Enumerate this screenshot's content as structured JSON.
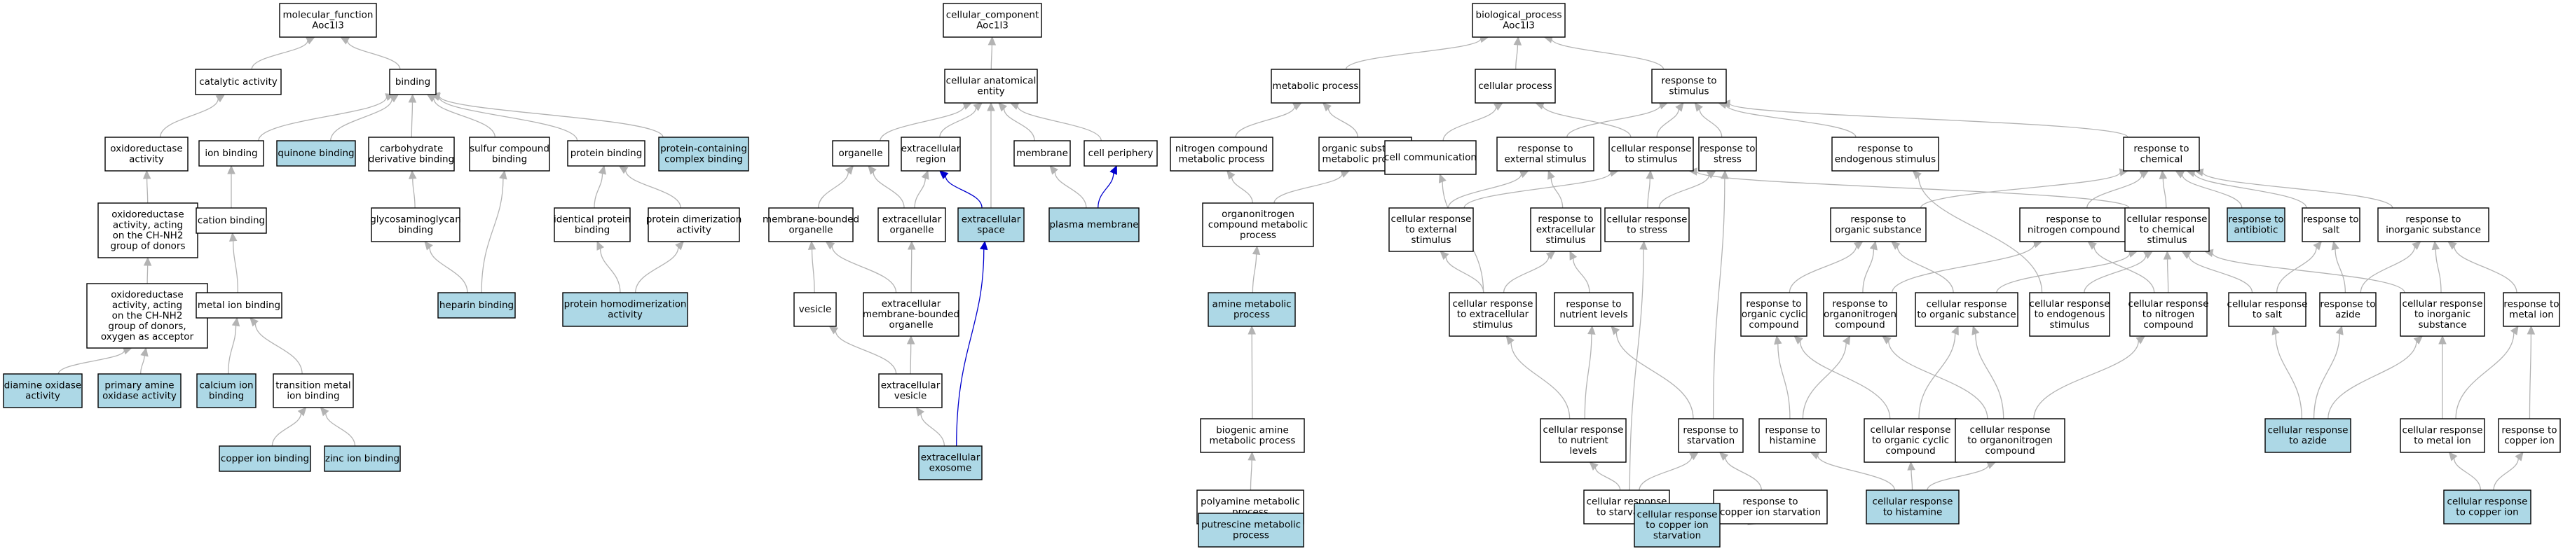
{
  "colors": {
    "node_fill": "#ffffff",
    "highlight_fill": "#add8e6",
    "node_stroke": "#000000",
    "edge": "#b3b3b3",
    "highlight_edge": "#0000cd"
  },
  "nodes": [
    {
      "id": "mf",
      "lines": [
        "molecular_function",
        "Aoc1l3"
      ]
    },
    {
      "id": "catalytic",
      "lines": [
        "catalytic activity"
      ]
    },
    {
      "id": "binding",
      "lines": [
        "binding"
      ]
    },
    {
      "id": "oxidoreductase",
      "lines": [
        "oxidoreductase",
        "activity"
      ]
    },
    {
      "id": "oxido_chnh2",
      "lines": [
        "oxidoreductase",
        "activity, acting",
        "on the CH-NH2",
        "group of donors"
      ]
    },
    {
      "id": "oxido_oxygen",
      "lines": [
        "oxidoreductase",
        "activity, acting",
        "on the CH-NH2",
        "group of donors,",
        "oxygen as acceptor"
      ]
    },
    {
      "id": "diamine_oxidase",
      "lines": [
        "diamine oxidase",
        "activity"
      ],
      "highlight": true
    },
    {
      "id": "primary_amine_oxidase",
      "lines": [
        "primary amine",
        "oxidase activity"
      ],
      "highlight": true
    },
    {
      "id": "ion_binding",
      "lines": [
        "ion binding"
      ]
    },
    {
      "id": "quinone_binding",
      "lines": [
        "quinone binding"
      ],
      "highlight": true
    },
    {
      "id": "carb_deriv",
      "lines": [
        "carbohydrate",
        "derivative binding"
      ]
    },
    {
      "id": "sulfur_compound",
      "lines": [
        "sulfur compound",
        "binding"
      ]
    },
    {
      "id": "protein_binding",
      "lines": [
        "protein binding"
      ]
    },
    {
      "id": "protein_complex",
      "lines": [
        "protein-containing",
        "complex binding"
      ],
      "highlight": true
    },
    {
      "id": "cation_binding",
      "lines": [
        "cation binding"
      ]
    },
    {
      "id": "gag_binding",
      "lines": [
        "glycosaminoglycan",
        "binding"
      ]
    },
    {
      "id": "identical_protein",
      "lines": [
        "identical protein",
        "binding"
      ]
    },
    {
      "id": "protein_dimer",
      "lines": [
        "protein dimerization",
        "activity"
      ]
    },
    {
      "id": "metal_ion_binding",
      "lines": [
        "metal ion binding"
      ]
    },
    {
      "id": "heparin_binding",
      "lines": [
        "heparin binding"
      ],
      "highlight": true
    },
    {
      "id": "homodimer",
      "lines": [
        "protein homodimerization",
        "activity"
      ],
      "highlight": true
    },
    {
      "id": "calcium_ion_binding",
      "lines": [
        "calcium ion",
        "binding"
      ],
      "highlight": true
    },
    {
      "id": "transition_metal",
      "lines": [
        "transition metal",
        "ion binding"
      ]
    },
    {
      "id": "copper_ion_binding",
      "lines": [
        "copper ion binding"
      ],
      "highlight": true
    },
    {
      "id": "zinc_ion_binding",
      "lines": [
        "zinc ion binding"
      ],
      "highlight": true
    },
    {
      "id": "cc",
      "lines": [
        "cellular_component",
        "Aoc1l3"
      ]
    },
    {
      "id": "cae",
      "lines": [
        "cellular anatomical",
        "entity"
      ]
    },
    {
      "id": "organelle",
      "lines": [
        "organelle"
      ]
    },
    {
      "id": "extracellular_region",
      "lines": [
        "extracellular",
        "region"
      ]
    },
    {
      "id": "membrane",
      "lines": [
        "membrane"
      ]
    },
    {
      "id": "cell_periphery",
      "lines": [
        "cell periphery"
      ]
    },
    {
      "id": "mb_organelle",
      "lines": [
        "membrane-bounded",
        "organelle"
      ]
    },
    {
      "id": "ec_organelle",
      "lines": [
        "extracellular",
        "organelle"
      ]
    },
    {
      "id": "ec_space",
      "lines": [
        "extracellular",
        "space"
      ],
      "highlight": true
    },
    {
      "id": "plasma_membrane",
      "lines": [
        "plasma membrane"
      ],
      "highlight": true
    },
    {
      "id": "vesicle",
      "lines": [
        "vesicle"
      ]
    },
    {
      "id": "ec_mb_organelle",
      "lines": [
        "extracellular",
        "membrane-bounded",
        "organelle"
      ]
    },
    {
      "id": "ec_vesicle",
      "lines": [
        "extracellular",
        "vesicle"
      ]
    },
    {
      "id": "ec_exosome",
      "lines": [
        "extracellular",
        "exosome"
      ],
      "highlight": true
    },
    {
      "id": "bp",
      "lines": [
        "biological_process",
        "Aoc1l3"
      ]
    },
    {
      "id": "metabolic",
      "lines": [
        "metabolic process"
      ]
    },
    {
      "id": "cellular_process",
      "lines": [
        "cellular process"
      ]
    },
    {
      "id": "resp_stimulus",
      "lines": [
        "response to",
        "stimulus"
      ]
    },
    {
      "id": "nitrogen_metab",
      "lines": [
        "nitrogen compound",
        "metabolic process"
      ]
    },
    {
      "id": "organic_metab",
      "lines": [
        "organic substance",
        "metabolic process"
      ]
    },
    {
      "id": "cell_comm",
      "lines": [
        "cell communication"
      ]
    },
    {
      "id": "resp_ext_stim",
      "lines": [
        "response to",
        "external stimulus"
      ]
    },
    {
      "id": "cell_resp_stim",
      "lines": [
        "cellular response",
        "to stimulus"
      ]
    },
    {
      "id": "resp_stress",
      "lines": [
        "response to",
        "stress"
      ]
    },
    {
      "id": "resp_endog",
      "lines": [
        "response to",
        "endogenous stimulus"
      ]
    },
    {
      "id": "resp_chemical",
      "lines": [
        "response to",
        "chemical"
      ]
    },
    {
      "id": "organonitrogen_metab",
      "lines": [
        "organonitrogen",
        "compound metabolic",
        "process"
      ]
    },
    {
      "id": "cell_resp_ext_stim",
      "lines": [
        "cellular response",
        "to external",
        "stimulus"
      ]
    },
    {
      "id": "resp_extracell_stim",
      "lines": [
        "response to",
        "extracellular",
        "stimulus"
      ]
    },
    {
      "id": "cell_resp_stress",
      "lines": [
        "cellular response",
        "to stress"
      ]
    },
    {
      "id": "resp_organic",
      "lines": [
        "response to",
        "organic substance"
      ]
    },
    {
      "id": "resp_nitrogen",
      "lines": [
        "response to",
        "nitrogen compound"
      ]
    },
    {
      "id": "cell_resp_chem",
      "lines": [
        "cellular response",
        "to chemical",
        "stimulus"
      ]
    },
    {
      "id": "resp_antibiotic",
      "lines": [
        "response to",
        "antibiotic"
      ],
      "highlight": true
    },
    {
      "id": "resp_salt",
      "lines": [
        "response to",
        "salt"
      ]
    },
    {
      "id": "resp_inorganic",
      "lines": [
        "response to",
        "inorganic substance"
      ]
    },
    {
      "id": "amine_metab",
      "lines": [
        "amine metabolic",
        "process"
      ],
      "highlight": true
    },
    {
      "id": "cell_resp_extracell_stim",
      "lines": [
        "cellular response",
        "to extracellular",
        "stimulus"
      ]
    },
    {
      "id": "resp_nutrient",
      "lines": [
        "response to",
        "nutrient levels"
      ]
    },
    {
      "id": "resp_org_cyclic",
      "lines": [
        "response to",
        "organic cyclic",
        "compound"
      ]
    },
    {
      "id": "resp_organonitrogen",
      "lines": [
        "response to",
        "organonitrogen",
        "compound"
      ]
    },
    {
      "id": "cell_resp_organic",
      "lines": [
        "cellular response",
        "to organic substance"
      ]
    },
    {
      "id": "cell_resp_endog",
      "lines": [
        "cellular response",
        "to endogenous",
        "stimulus"
      ]
    },
    {
      "id": "cell_resp_nitrogen",
      "lines": [
        "cellular response",
        "to nitrogen",
        "compound"
      ]
    },
    {
      "id": "cell_resp_salt",
      "lines": [
        "cellular response",
        "to salt"
      ]
    },
    {
      "id": "resp_azide",
      "lines": [
        "response to",
        "azide"
      ]
    },
    {
      "id": "cell_resp_inorganic",
      "lines": [
        "cellular response",
        "to inorganic",
        "substance"
      ]
    },
    {
      "id": "resp_metal_ion",
      "lines": [
        "response to",
        "metal ion"
      ]
    },
    {
      "id": "biogenic_amine",
      "lines": [
        "biogenic amine",
        "metabolic process"
      ]
    },
    {
      "id": "cell_resp_nutrient",
      "lines": [
        "cellular response",
        "to nutrient",
        "levels"
      ]
    },
    {
      "id": "resp_starvation",
      "lines": [
        "response to",
        "starvation"
      ]
    },
    {
      "id": "resp_histamine",
      "lines": [
        "response to",
        "histamine"
      ]
    },
    {
      "id": "cell_resp_org_cyclic",
      "lines": [
        "cellular response",
        "to organic cyclic",
        "compound"
      ]
    },
    {
      "id": "cell_resp_organonitrogen",
      "lines": [
        "cellular response",
        "to organonitrogen",
        "compound"
      ]
    },
    {
      "id": "cell_resp_azide",
      "lines": [
        "cellular response",
        "to azide"
      ],
      "highlight": true
    },
    {
      "id": "cell_resp_metal_ion",
      "lines": [
        "cellular response",
        "to metal ion"
      ]
    },
    {
      "id": "resp_copper_ion",
      "lines": [
        "response to",
        "copper ion"
      ]
    },
    {
      "id": "polyamine_metab",
      "lines": [
        "polyamine metabolic",
        "process"
      ]
    },
    {
      "id": "cell_resp_starvation",
      "lines": [
        "cellular response",
        "to starvation"
      ]
    },
    {
      "id": "resp_copper_starv",
      "lines": [
        "response to",
        "copper ion starvation"
      ]
    },
    {
      "id": "cell_resp_histamine",
      "lines": [
        "cellular response",
        "to histamine"
      ],
      "highlight": true
    },
    {
      "id": "cell_resp_copper_ion",
      "lines": [
        "cellular response",
        "to copper ion"
      ],
      "highlight": true
    },
    {
      "id": "putrescine_metab",
      "lines": [
        "putrescine metabolic",
        "process"
      ],
      "highlight": true
    },
    {
      "id": "cell_resp_copper_starv",
      "lines": [
        "cellular response",
        "to copper ion",
        "starvation"
      ],
      "highlight": true
    }
  ],
  "edges": [
    [
      "catalytic",
      "mf"
    ],
    [
      "binding",
      "mf"
    ],
    [
      "oxidoreductase",
      "catalytic"
    ],
    [
      "oxido_chnh2",
      "oxidoreductase"
    ],
    [
      "oxido_oxygen",
      "oxido_chnh2"
    ],
    [
      "diamine_oxidase",
      "oxido_oxygen"
    ],
    [
      "primary_amine_oxidase",
      "oxido_oxygen"
    ],
    [
      "ion_binding",
      "binding"
    ],
    [
      "quinone_binding",
      "binding"
    ],
    [
      "carb_deriv",
      "binding"
    ],
    [
      "sulfur_compound",
      "binding"
    ],
    [
      "protein_binding",
      "binding"
    ],
    [
      "protein_complex",
      "binding"
    ],
    [
      "cation_binding",
      "ion_binding"
    ],
    [
      "gag_binding",
      "carb_deriv"
    ],
    [
      "identical_protein",
      "protein_binding"
    ],
    [
      "protein_dimer",
      "protein_binding"
    ],
    [
      "metal_ion_binding",
      "cation_binding"
    ],
    [
      "heparin_binding",
      "gag_binding"
    ],
    [
      "heparin_binding",
      "sulfur_compound"
    ],
    [
      "homodimer",
      "identical_protein"
    ],
    [
      "homodimer",
      "protein_dimer"
    ],
    [
      "calcium_ion_binding",
      "metal_ion_binding"
    ],
    [
      "transition_metal",
      "metal_ion_binding"
    ],
    [
      "copper_ion_binding",
      "transition_metal"
    ],
    [
      "zinc_ion_binding",
      "transition_metal"
    ],
    [
      "cae",
      "cc"
    ],
    [
      "organelle",
      "cae"
    ],
    [
      "extracellular_region",
      "cae"
    ],
    [
      "membrane",
      "cae"
    ],
    [
      "cell_periphery",
      "cae"
    ],
    [
      "ec_space",
      "cae"
    ],
    [
      "mb_organelle",
      "organelle"
    ],
    [
      "ec_organelle",
      "organelle"
    ],
    [
      "ec_organelle",
      "extracellular_region"
    ],
    [
      "ec_space",
      "extracellular_region",
      "blue"
    ],
    [
      "plasma_membrane",
      "membrane"
    ],
    [
      "plasma_membrane",
      "cell_periphery",
      "blue"
    ],
    [
      "vesicle",
      "mb_organelle"
    ],
    [
      "ec_mb_organelle",
      "mb_organelle"
    ],
    [
      "ec_mb_organelle",
      "ec_organelle"
    ],
    [
      "ec_vesicle",
      "vesicle"
    ],
    [
      "ec_vesicle",
      "ec_mb_organelle"
    ],
    [
      "ec_exosome",
      "ec_vesicle"
    ],
    [
      "ec_exosome",
      "ec_space",
      "blue"
    ],
    [
      "metabolic",
      "bp"
    ],
    [
      "cellular_process",
      "bp"
    ],
    [
      "resp_stimulus",
      "bp"
    ],
    [
      "nitrogen_metab",
      "metabolic"
    ],
    [
      "organic_metab",
      "metabolic"
    ],
    [
      "cell_comm",
      "cellular_process"
    ],
    [
      "cell_resp_stim",
      "cellular_process"
    ],
    [
      "resp_ext_stim",
      "resp_stimulus"
    ],
    [
      "cell_resp_stim",
      "resp_stimulus"
    ],
    [
      "resp_stress",
      "resp_stimulus"
    ],
    [
      "resp_endog",
      "resp_stimulus"
    ],
    [
      "resp_chemical",
      "resp_stimulus"
    ],
    [
      "organonitrogen_metab",
      "nitrogen_metab"
    ],
    [
      "organonitrogen_metab",
      "organic_metab"
    ],
    [
      "cell_resp_ext_stim",
      "resp_ext_stim"
    ],
    [
      "cell_resp_ext_stim",
      "cell_resp_stim"
    ],
    [
      "resp_extracell_stim",
      "resp_ext_stim"
    ],
    [
      "cell_resp_stress",
      "resp_stress"
    ],
    [
      "cell_resp_stress",
      "cell_resp_stim"
    ],
    [
      "resp_organic",
      "resp_chemical"
    ],
    [
      "resp_nitrogen",
      "resp_chemical"
    ],
    [
      "cell_resp_chem",
      "resp_chemical"
    ],
    [
      "cell_resp_chem",
      "cell_resp_stim"
    ],
    [
      "resp_antibiotic",
      "resp_chemical"
    ],
    [
      "resp_salt",
      "resp_chemical"
    ],
    [
      "resp_inorganic",
      "resp_chemical"
    ],
    [
      "amine_metab",
      "organonitrogen_metab"
    ],
    [
      "cell_resp_extracell_stim",
      "resp_extracell_stim"
    ],
    [
      "cell_resp_extracell_stim",
      "cell_resp_ext_stim"
    ],
    [
      "cell_resp_extracell_stim",
      "cell_comm"
    ],
    [
      "resp_nutrient",
      "resp_extracell_stim"
    ],
    [
      "resp_org_cyclic",
      "resp_organic"
    ],
    [
      "resp_organonitrogen",
      "resp_organic"
    ],
    [
      "resp_organonitrogen",
      "resp_nitrogen"
    ],
    [
      "cell_resp_organic",
      "resp_organic"
    ],
    [
      "cell_resp_organic",
      "cell_resp_chem"
    ],
    [
      "cell_resp_endog",
      "resp_endog"
    ],
    [
      "cell_resp_endog",
      "cell_resp_chem"
    ],
    [
      "cell_resp_nitrogen",
      "resp_nitrogen"
    ],
    [
      "cell_resp_nitrogen",
      "cell_resp_chem"
    ],
    [
      "cell_resp_salt",
      "resp_salt"
    ],
    [
      "cell_resp_salt",
      "cell_resp_chem"
    ],
    [
      "resp_azide",
      "resp_salt"
    ],
    [
      "resp_azide",
      "resp_inorganic"
    ],
    [
      "cell_resp_inorganic",
      "resp_inorganic"
    ],
    [
      "cell_resp_inorganic",
      "cell_resp_chem"
    ],
    [
      "resp_metal_ion",
      "resp_inorganic"
    ],
    [
      "biogenic_amine",
      "amine_metab"
    ],
    [
      "cell_resp_nutrient",
      "resp_nutrient"
    ],
    [
      "cell_resp_nutrient",
      "cell_resp_extracell_stim"
    ],
    [
      "resp_starvation",
      "resp_nutrient"
    ],
    [
      "resp_starvation",
      "resp_stress"
    ],
    [
      "resp_histamine",
      "resp_org_cyclic"
    ],
    [
      "resp_histamine",
      "resp_organonitrogen"
    ],
    [
      "cell_resp_org_cyclic",
      "resp_org_cyclic"
    ],
    [
      "cell_resp_org_cyclic",
      "cell_resp_organic"
    ],
    [
      "cell_resp_organonitrogen",
      "resp_organonitrogen"
    ],
    [
      "cell_resp_organonitrogen",
      "cell_resp_organic"
    ],
    [
      "cell_resp_organonitrogen",
      "cell_resp_nitrogen"
    ],
    [
      "cell_resp_azide",
      "resp_azide"
    ],
    [
      "cell_resp_azide",
      "cell_resp_salt"
    ],
    [
      "cell_resp_azide",
      "cell_resp_inorganic"
    ],
    [
      "cell_resp_metal_ion",
      "resp_metal_ion"
    ],
    [
      "cell_resp_metal_ion",
      "cell_resp_inorganic"
    ],
    [
      "resp_copper_ion",
      "resp_metal_ion"
    ],
    [
      "polyamine_metab",
      "biogenic_amine"
    ],
    [
      "cell_resp_starvation",
      "resp_starvation"
    ],
    [
      "cell_resp_starvation",
      "cell_resp_nutrient"
    ],
    [
      "cell_resp_starvation",
      "cell_resp_stress"
    ],
    [
      "resp_copper_starv",
      "resp_starvation"
    ],
    [
      "cell_resp_histamine",
      "resp_histamine"
    ],
    [
      "cell_resp_histamine",
      "cell_resp_org_cyclic"
    ],
    [
      "cell_resp_histamine",
      "cell_resp_organonitrogen"
    ],
    [
      "cell_resp_copper_ion",
      "resp_copper_ion"
    ],
    [
      "cell_resp_copper_ion",
      "cell_resp_metal_ion"
    ],
    [
      "putrescine_metab",
      "polyamine_metab"
    ],
    [
      "cell_resp_copper_starv",
      "cell_resp_starvation"
    ],
    [
      "cell_resp_copper_starv",
      "resp_copper_starv"
    ]
  ]
}
